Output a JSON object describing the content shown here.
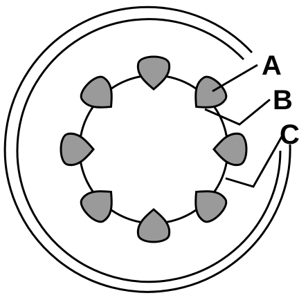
{
  "diagram": {
    "labels": {
      "a": "A",
      "b": "B",
      "c": "C"
    },
    "colors": {
      "stroke": "#000000",
      "bundle_fill": "#9a9a9a",
      "background": "#ffffff"
    },
    "bundle_count": 8
  }
}
